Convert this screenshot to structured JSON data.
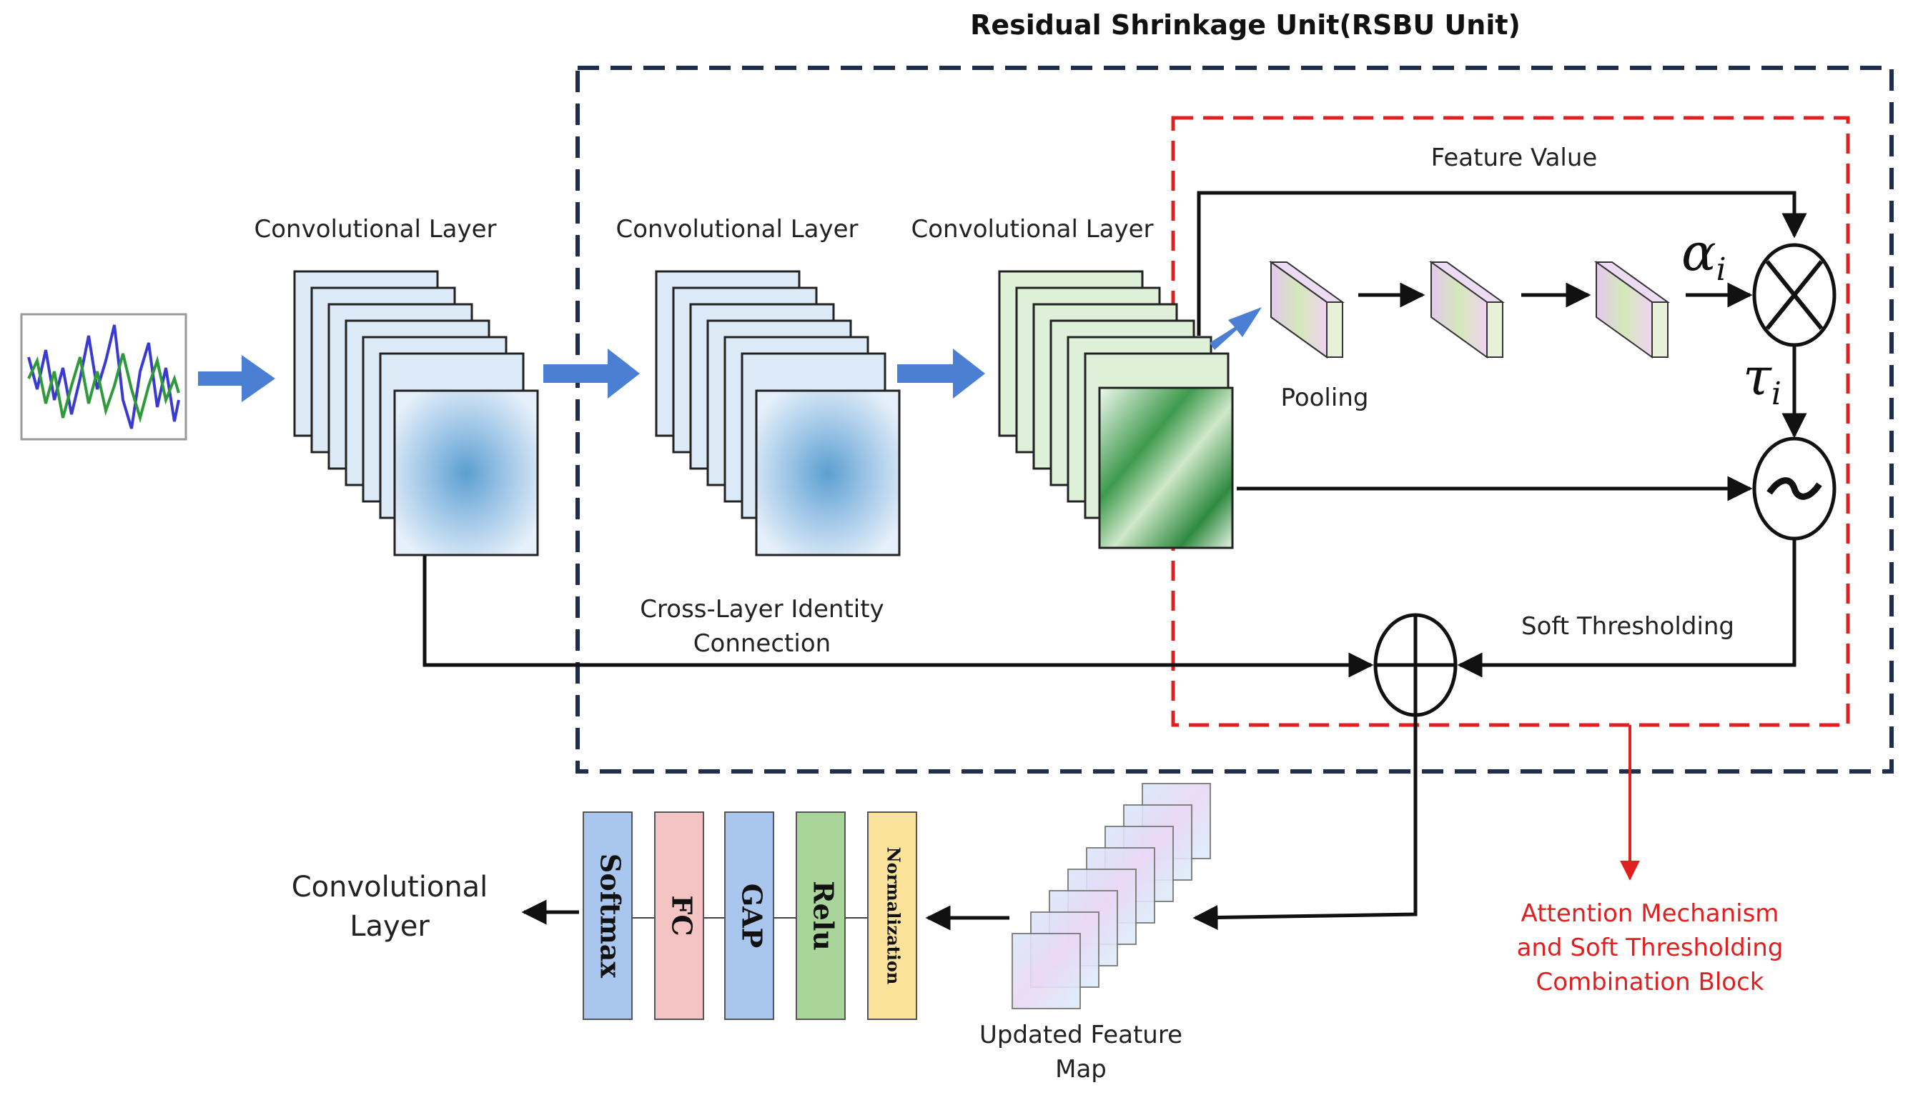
{
  "title": "Residual Shrinkage Unit(RSBU Unit)",
  "labels": {
    "conv_layer_1": "Convolutional Layer",
    "conv_layer_2": "Convolutional Layer",
    "conv_layer_3": "Convolutional Layer",
    "feature_value": "Feature Value",
    "pooling": "Pooling",
    "alpha": "α",
    "alpha_sub": "i",
    "tau": "τ",
    "tau_sub": "i",
    "multiply_symbol": "×",
    "tilde_symbol": "~",
    "soft_thresholding": "Soft Thresholding",
    "cross_layer_line1": "Cross-Layer Identity",
    "cross_layer_line2": "Connection",
    "output_line1": "Convolutional",
    "output_line2": "Layer",
    "updated_line1": "Updated Feature",
    "updated_line2": "Map",
    "attention_line1": "Attention Mechanism",
    "attention_line2": "and Soft Thresholding",
    "attention_line3": "Combination Block"
  },
  "blocks": [
    {
      "label": "Softmax",
      "color": "#a9c6ee"
    },
    {
      "label": "FC",
      "color": "#f4c3c3"
    },
    {
      "label": "GAP",
      "color": "#a9c6ee"
    },
    {
      "label": "Relu",
      "color": "#a9d49a"
    },
    {
      "label": "Normalization",
      "color": "#fbe29a"
    }
  ],
  "colors": {
    "arrow_blue": "#4a7fd4",
    "rsbu_border": "#1f2d4d",
    "attention_border": "#e02020",
    "conv_blue": "#dce9f6",
    "conv_green": "#dff0d8"
  }
}
